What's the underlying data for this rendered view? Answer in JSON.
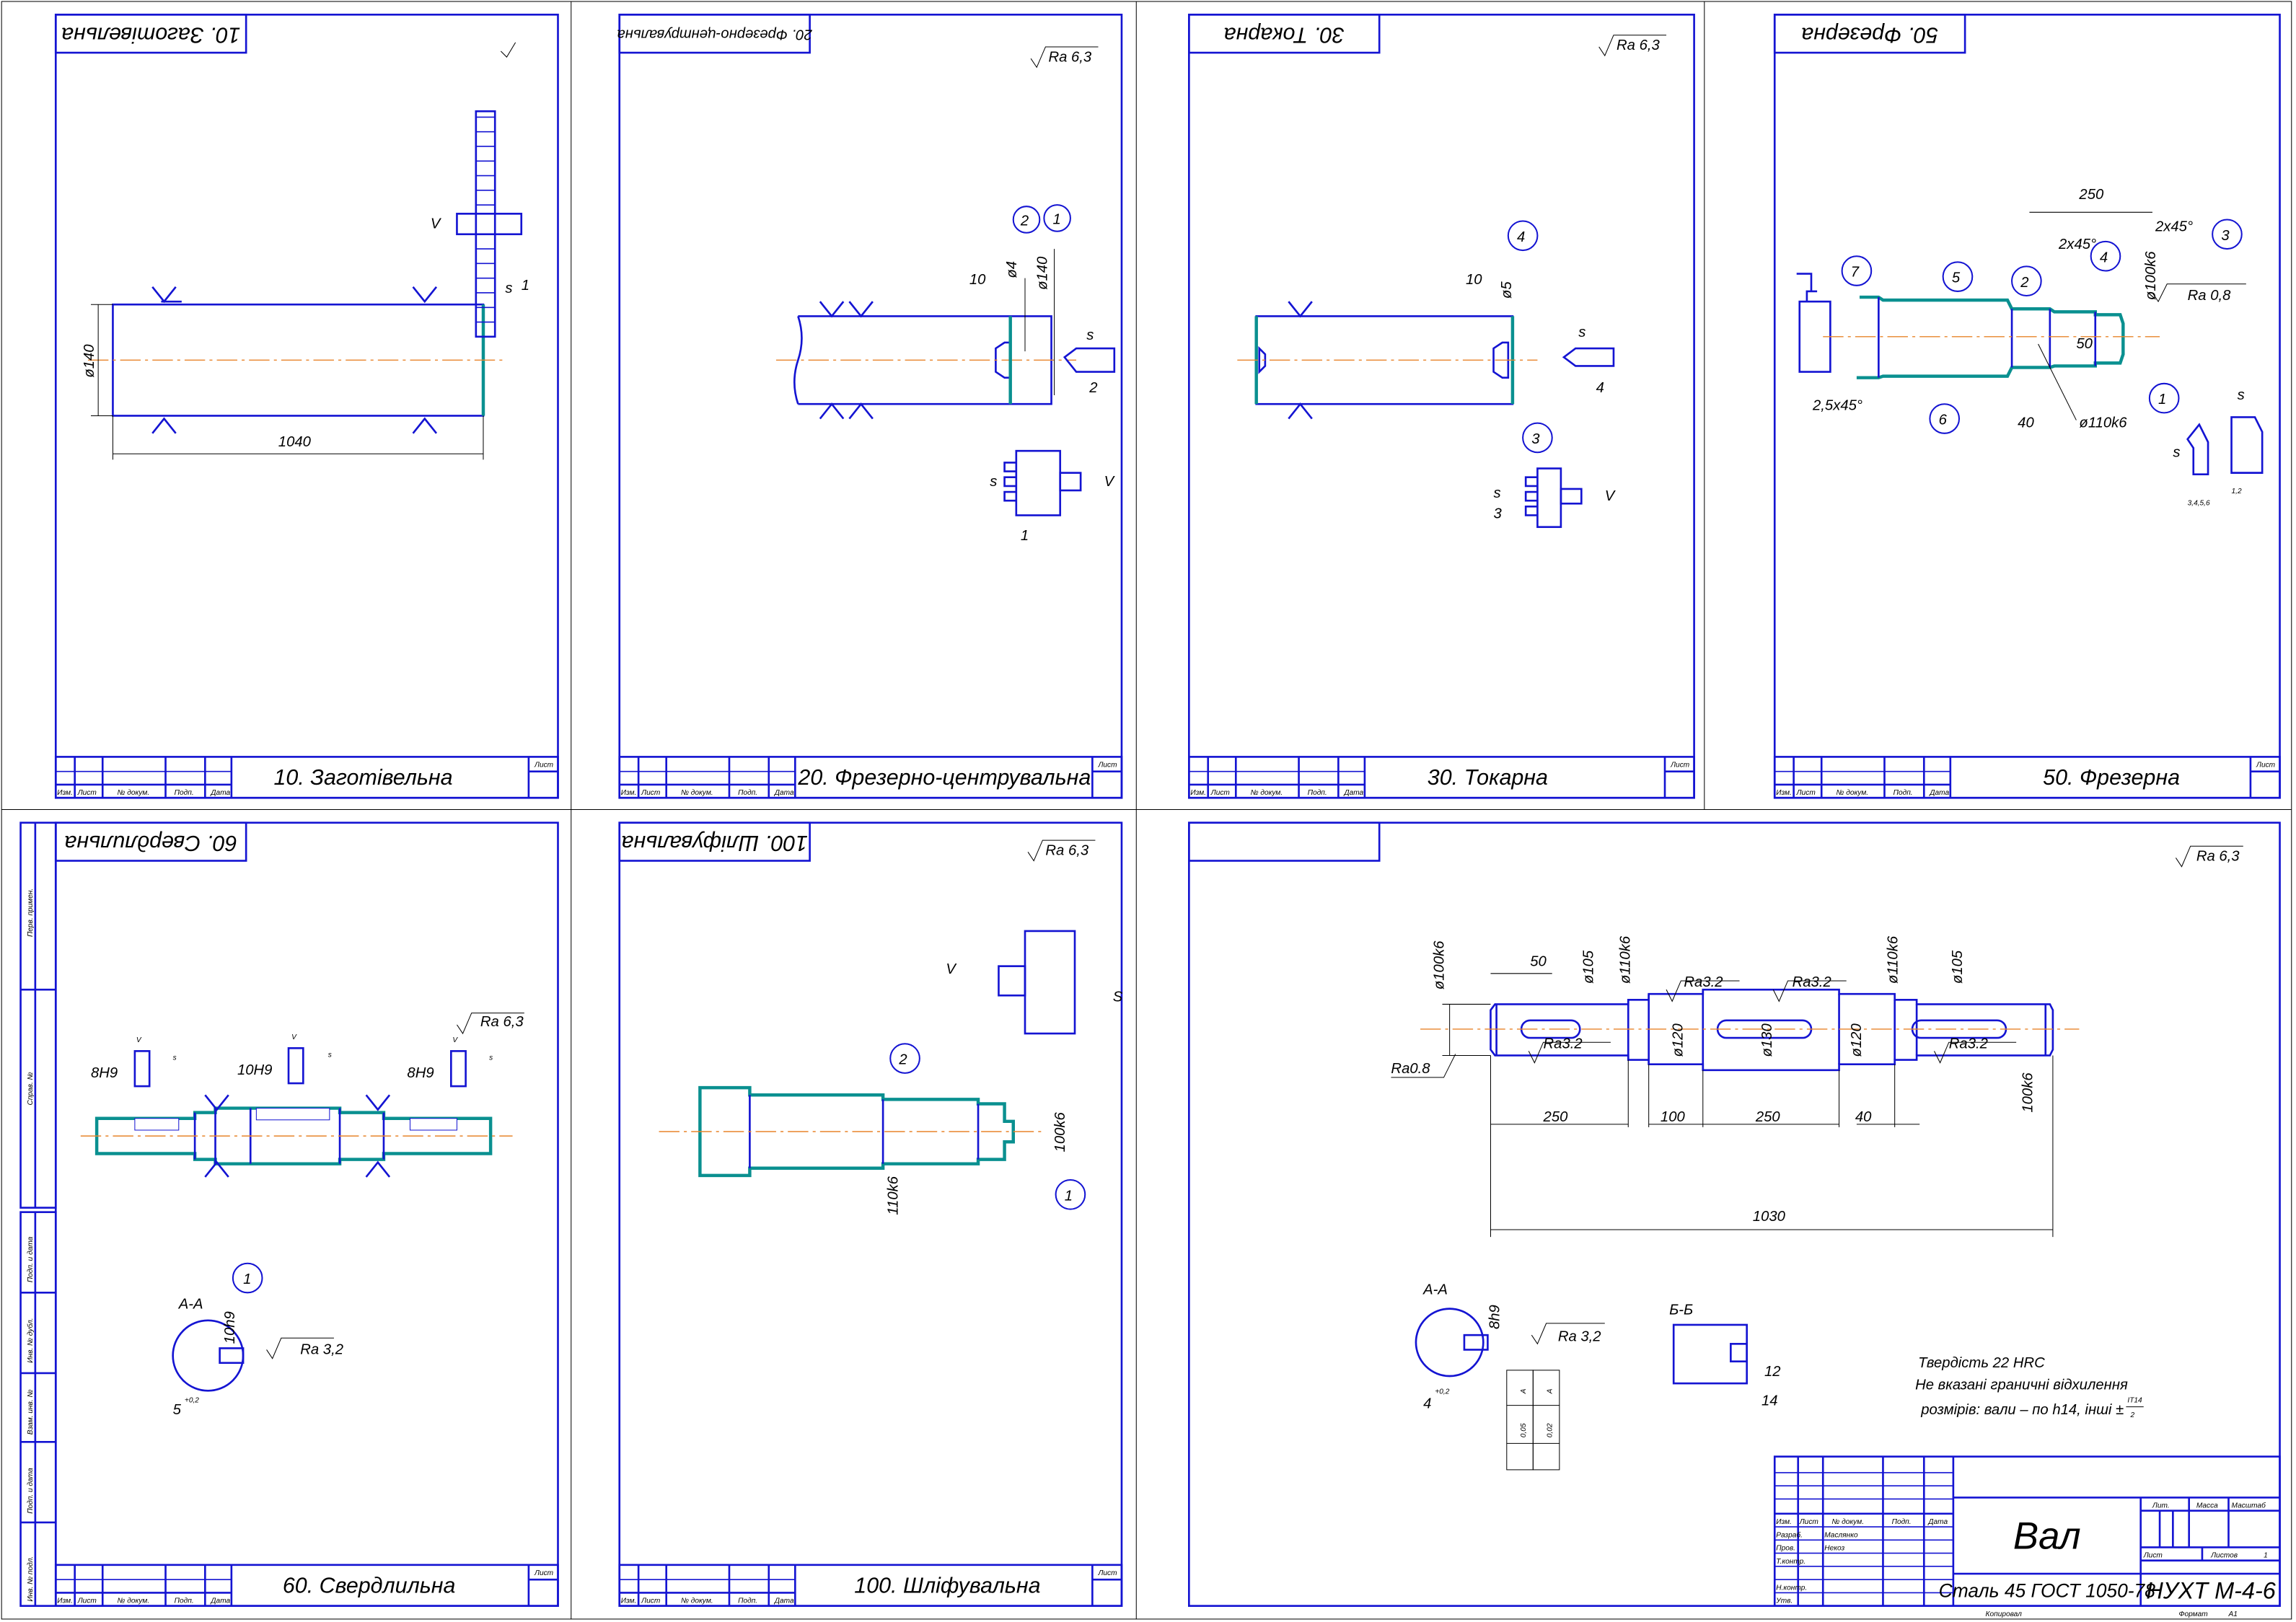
{
  "colors": {
    "frame": "#1414d2",
    "surface": "#0a9090",
    "centerline": "#e8842a",
    "dimension": "#000000"
  },
  "block_labels": {
    "izm": "Изм.",
    "list": "Лист",
    "doc": "№ докум.",
    "podp": "Подп.",
    "data": "Дата",
    "sheet": "Лист"
  },
  "side_stamp": [
    "Перв. примен.",
    "Справ. №",
    "Подп. и дата",
    "Инв. № дубл.",
    "Взам. инв. №",
    "Подп. и дата",
    "Инв. № подл."
  ],
  "sheets": {
    "s10": {
      "title": "10. Заготівельна",
      "header": "10. Заготівельна",
      "dia": "ø140",
      "length": "1040",
      "v": "V",
      "s": "s",
      "n1": "1"
    },
    "s20": {
      "title": "20. Фрезерно-центрувальна",
      "header": "20. Фрезерно-центрувальна",
      "ra": "Ra 6,3",
      "d10": "10",
      "d4": "ø4",
      "d140": "ø140",
      "c1": "1",
      "c2": "2",
      "s": "s",
      "v": "V",
      "t2": "2",
      "t1": "1"
    },
    "s30": {
      "title": "30. Токарна",
      "header": "30. Токарна",
      "ra": "Ra 6,3",
      "d10": "10",
      "d5": "ø5",
      "c4": "4",
      "c3": "3",
      "s": "s",
      "v": "V",
      "t4": "4",
      "t3": "3"
    },
    "s50": {
      "title": "50. Фрезерна",
      "header": "50. Фрезерна",
      "d250": "250",
      "ch3": "2x45°",
      "ch4": "2x45°",
      "d100": "ø100k6",
      "ra": "Ra 0,8",
      "d50": "50",
      "d40": "40",
      "d110": "ø110k6",
      "ch6": "2,5x45°",
      "c1": "1",
      "c2": "2",
      "c3": "3",
      "c4": "4",
      "c5": "5",
      "c6": "6",
      "c7": "7",
      "s": "s",
      "tools1": "3,4,5,6",
      "tools2": "1,2"
    },
    "s60": {
      "title": "60. Свердлильна",
      "header": "60. Свердлильна",
      "ra": "Ra 6,3",
      "k1": "8H9",
      "k2": "10H9",
      "k3": "8H9",
      "v": "V",
      "s": "s",
      "n1": "1",
      "sec": "А-А",
      "w": "10h9",
      "depth": "5",
      "depth_tol": "+0,2",
      "ra2": "Ra 3,2",
      "c1": "1"
    },
    "s100": {
      "title": "100. Шліфувальна",
      "header": "100. Шліфувальна",
      "ra": "Ra 6,3",
      "d100": "100k6",
      "d110": "110k6",
      "c1": "1",
      "c2": "2",
      "v": "V",
      "s": "S"
    },
    "main": {
      "ra": "Ra 6,3",
      "dims": {
        "d100k6": "ø100k6",
        "d50": "50",
        "d105a": "ø105",
        "d110a": "ø110k6",
        "d120a": "ø120",
        "d130": "ø130",
        "d120b": "ø120",
        "d110b": "ø110k6",
        "d105b": "ø105",
        "d100k6b": "100k6",
        "l250a": "250",
        "l100": "100",
        "l250b": "250",
        "l40": "40",
        "l1030": "1030"
      },
      "rough": {
        "ra08": "Ra0.8",
        "ra32a": "Ra3.2",
        "ra32b": "Ra3.2",
        "ra32c": "Ra3.2",
        "ra32d": "Ra3.2"
      },
      "sectionA": {
        "label": "А-А",
        "w": "8h9",
        "ra": "Ra 3,2",
        "depth": "4",
        "tol": "+0,2",
        "f1": "0,05",
        "f1b": "A",
        "f2": "0,02",
        "f2b": "A"
      },
      "sectionB": {
        "label": "Б-Б",
        "d12": "12",
        "d14": "14"
      },
      "notes": [
        "Твердість 22 HRC",
        "Не вказані граничні відхилення",
        "розмірів: вали – по h14, інші ±",
        "IT14",
        "2"
      ]
    }
  },
  "title_block": {
    "name": "Вал",
    "material": "Сталь 45 ГОСТ 1050-78",
    "code": "НУХТ М-4-6",
    "rows": {
      "razrab": "Разраб.",
      "prov": "Пров.",
      "tkontr": "Т.контр.",
      "nkontr": "Н.контр.",
      "utv": "Утв."
    },
    "people": {
      "razrab": "Маслянко",
      "prov": "Некоз"
    },
    "headers": {
      "izm": "Изм.",
      "list": "Лист",
      "doc": "№ докум.",
      "podp": "Подп.",
      "data": "Дата"
    },
    "lit": "Лит.",
    "massa": "Масса",
    "masshtab": "Масштаб",
    "sheet": "Лист",
    "sheets": "Листов",
    "sheets_count": "1",
    "copied": "Копировал",
    "format_label": "Формат",
    "format": "A1"
  }
}
